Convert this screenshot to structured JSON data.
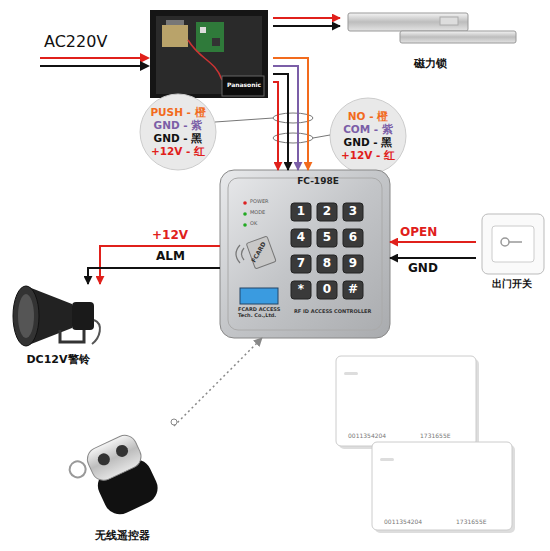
{
  "diagram": {
    "nodes": [
      {
        "text": [
          "Panasonic"
        ]
      },
      {
        "text": [
          "磁力锁"
        ]
      },
      {
        "text": [
          "PUSH - 橙",
          "GND - 紫",
          "GND - 黑",
          "+12V - 红"
        ]
      },
      {
        "text": [
          "NO - 橙",
          "COM - 紫",
          "GND - 黑",
          "+12V - 红"
        ]
      },
      {
        "text": [
          "FC-198E",
          "POWER",
          "MODE",
          "OK",
          "1",
          "2",
          "3",
          "4",
          "5",
          "6",
          "7",
          "8",
          "9",
          "*",
          "0",
          "#",
          "FCARD",
          "FCARD ACCESS Tech. Co.,Ltd.",
          "RF ID ACCESS CONTROLLER"
        ]
      },
      {
        "text": [
          "出门开关"
        ]
      },
      {
        "text": [
          "DC12V警铃"
        ]
      },
      {
        "text": [
          "无线遥控器"
        ]
      },
      {
        "text": [
          "0011354204",
          "1731655E"
        ]
      },
      {
        "text": [
          "0011354204",
          "1731655E"
        ]
      }
    ],
    "edges": [
      {
        "from": 0,
        "to": 1,
        "arrow": "to"
      },
      {
        "from": 0,
        "to": 4,
        "arrow": "to"
      },
      {
        "from": 5,
        "to": 4,
        "label": "OPEN",
        "arrow": "to"
      },
      {
        "from": 5,
        "to": 4,
        "label": "GND",
        "arrow": "to"
      },
      {
        "from": 4,
        "to": 6,
        "label": "+12V",
        "arrow": "to"
      },
      {
        "from": 4,
        "to": 6,
        "label": "ALM",
        "arrow": "to"
      },
      {
        "from": 7,
        "to": 4,
        "arrow": "to"
      }
    ],
    "labels": [
      "AC220V"
    ]
  }
}
